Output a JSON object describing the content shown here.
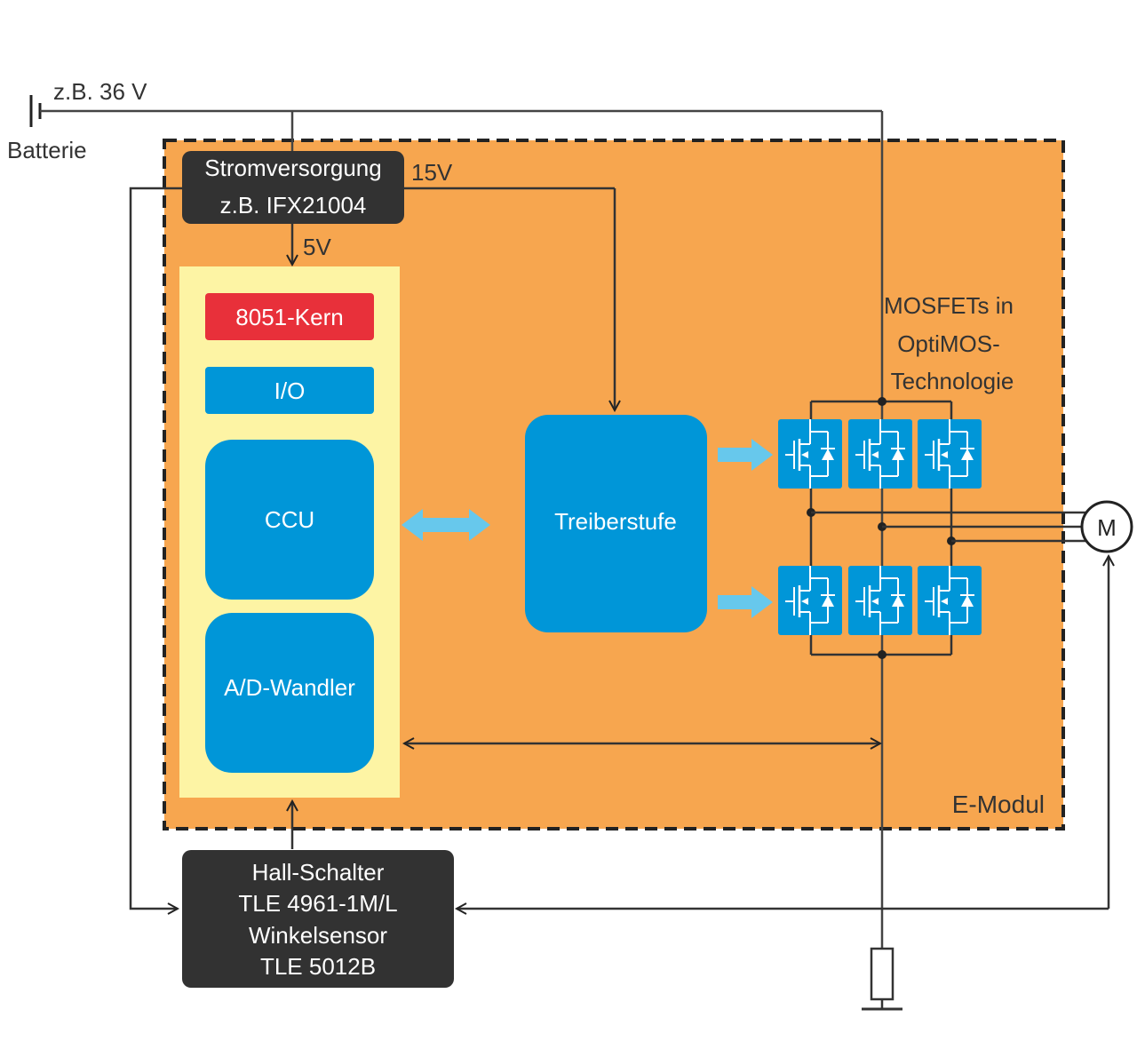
{
  "battery": {
    "voltage": "z.B. 36 V",
    "label": "Batterie"
  },
  "power_supply": {
    "line1": "Stromversorgung",
    "line2": "z.B. IFX21004"
  },
  "rails": {
    "v15": "15V",
    "v5": "5V"
  },
  "mcu_blocks": {
    "core": "8051-Kern",
    "io": "I/O",
    "ccu": "CCU",
    "adc": "A/D-Wandler"
  },
  "driver": {
    "label": "Treiberstufe"
  },
  "mosfets": {
    "line1": "MOSFETs in",
    "line2": "OptiMOS-",
    "line3": "Technologie"
  },
  "motor": {
    "label": "M"
  },
  "module": {
    "label": "E-Modul"
  },
  "sensor": {
    "line1": "Hall-Schalter",
    "line2": "TLE 4961-1M/L",
    "line3": "Winkelsensor",
    "line4": "TLE 5012B"
  },
  "colors": {
    "module_fill": "#f7a64f",
    "mcu_fill": "#fdf4a4",
    "block_blue": "#0096d8",
    "core_red": "#e8303a",
    "dark_box": "#323232",
    "arrow_light": "#67c8ec"
  }
}
